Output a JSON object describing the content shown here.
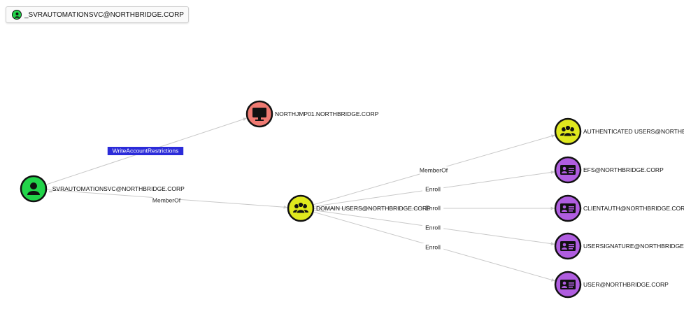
{
  "header": {
    "node_name": "_SVRAUTOMATIONSVC@NORTHBRIDGE.CORP",
    "icon": "user-icon"
  },
  "colors": {
    "user": "#22d44a",
    "computer": "#ef7a72",
    "group": "#dfe81e",
    "template": "#b05de0",
    "highlight": "#2b2bd9"
  },
  "nodes": [
    {
      "id": "svc",
      "label": "_SVRAUTOMATIONSVC@NORTHBRIDGE.CORP",
      "type": "user",
      "icon": "user-icon"
    },
    {
      "id": "jmp",
      "label": "NORTHJMP01.NORTHBRIDGE.CORP",
      "type": "computer",
      "icon": "monitor-icon"
    },
    {
      "id": "du",
      "label": "DOMAIN USERS@NORTHBRIDGE.CORP",
      "type": "group",
      "icon": "group-icon"
    },
    {
      "id": "au",
      "label": "AUTHENTICATED USERS@NORTHBI",
      "type": "group",
      "icon": "group-icon"
    },
    {
      "id": "efs",
      "label": "EFS@NORTHBRIDGE.CORP",
      "type": "template",
      "icon": "id-card-icon"
    },
    {
      "id": "ca",
      "label": "CLIENTAUTH@NORTHBRIDGE.CORP",
      "type": "template",
      "icon": "id-card-icon"
    },
    {
      "id": "us",
      "label": "USERSIGNATURE@NORTHBRIDGE.C",
      "type": "template",
      "icon": "id-card-icon"
    },
    {
      "id": "user",
      "label": "USER@NORTHBRIDGE.CORP",
      "type": "template",
      "icon": "id-card-icon"
    }
  ],
  "edges": [
    {
      "from": "svc",
      "to": "jmp",
      "label": "WriteAccountRestrictions",
      "highlight": true
    },
    {
      "from": "svc",
      "to": "du",
      "label": "MemberOf",
      "highlight": false
    },
    {
      "from": "du",
      "to": "au",
      "label": "MemberOf",
      "highlight": false
    },
    {
      "from": "du",
      "to": "efs",
      "label": "Enroll",
      "highlight": false
    },
    {
      "from": "du",
      "to": "ca",
      "label": "Enroll",
      "highlight": false
    },
    {
      "from": "du",
      "to": "us",
      "label": "Enroll",
      "highlight": false
    },
    {
      "from": "du",
      "to": "user",
      "label": "Enroll",
      "highlight": false
    }
  ]
}
